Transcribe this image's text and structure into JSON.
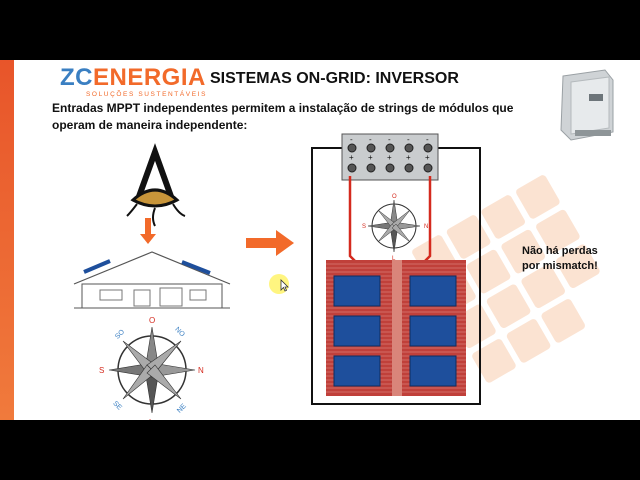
{
  "logo": {
    "brand_zc": "ZC",
    "brand_rest": "ENERGIA",
    "tagline": "SOLUÇÕES SUSTENTÁVEIS"
  },
  "title": "SISTEMAS ON-GRID: INVERSOR",
  "subtitle": "Entradas MPPT independentes permitem a instalação de strings de módulos que operam de maneira independente:",
  "note": {
    "line1": "Não há perdas",
    "line2": "por mismatch!"
  },
  "compass": {
    "n": "N",
    "s": "S",
    "l": "L",
    "o": "O",
    "ne": "NE",
    "no": "NO",
    "se": "SE",
    "so": "SO"
  },
  "inverter_terminals": {
    "minus": "-",
    "plus": "+"
  },
  "colors": {
    "accent": "#f26a2a",
    "blue": "#3a7fc2",
    "string_wire": "#d42a1e",
    "roof": "#c0403a",
    "panel": "#1e4f9c"
  }
}
